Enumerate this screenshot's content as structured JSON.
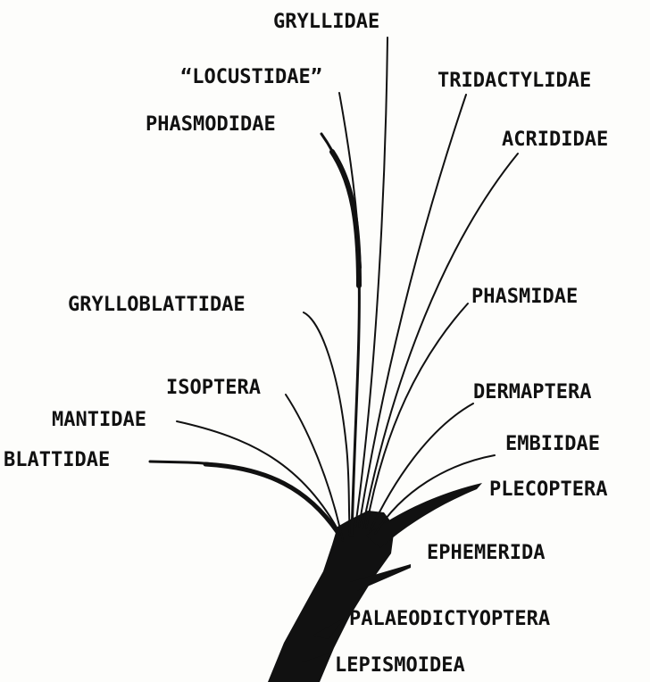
{
  "diagram": {
    "type": "phylogenetic-tree",
    "labels": {
      "gryllidae": "GRYLLIDAE",
      "locustidae": "“LOCUSTIDAE”",
      "tridactylidae": "TRIDACTYLIDAE",
      "phasmodidae": "PHASMODIDAE",
      "acrididae": "ACRIDIDAE",
      "grylloblattidae": "GRYLLOBLATTIDAE",
      "phasmidae": "PHASMIDAE",
      "isoptera": "ISOPTERA",
      "dermaptera": "DERMAPTERA",
      "mantidae": "MANTIDAE",
      "embiidae": "EMBIIDAE",
      "blattidae": "BLATTIDAE",
      "plecoptera": "PLECOPTERA",
      "ephemerida": "EPHEMERIDA",
      "palaeodictyoptera": "PALAEODICTYOPTERA",
      "lepismoidea": "LEPISMOIDEA"
    }
  }
}
